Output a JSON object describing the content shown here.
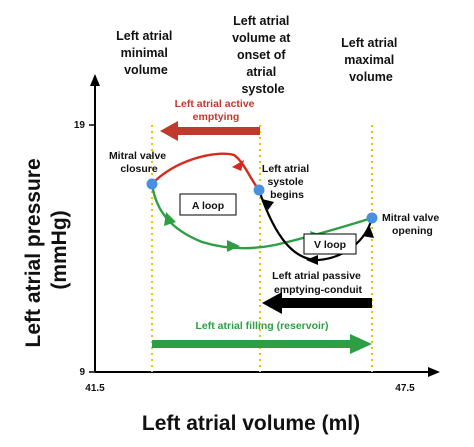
{
  "headers": {
    "min_volume": [
      "Left atrial",
      "minimal",
      "volume"
    ],
    "onset_systole": [
      "Left atrial",
      "volume at",
      "onset of",
      "atrial",
      "systole"
    ],
    "max_volume": [
      "Left atrial",
      "maximal",
      "volume"
    ]
  },
  "labels": {
    "active_emptying": [
      "Left atrial active",
      "emptying"
    ],
    "mitral_closure": [
      "Mitral valve",
      "closure"
    ],
    "systole_begins": [
      "Left atrial",
      "systole",
      "begins"
    ],
    "mitral_opening": [
      "Mitral valve",
      "opening"
    ],
    "a_loop": "A loop",
    "v_loop": "V loop",
    "passive_emptying": [
      "Left atrial passive",
      "emptying-conduit"
    ],
    "filling": "Left atrial filling (reservoir)"
  },
  "axes": {
    "x_title": "Left atrial volume (ml)",
    "y_title": [
      "Left atrial pressure",
      "(mmHg)"
    ],
    "x_ticks": [
      "41.5",
      "47.5"
    ],
    "y_ticks": [
      "19",
      "9"
    ]
  },
  "colors": {
    "active_emptying": "#c0392b",
    "filling": "#2e9e44",
    "passive": "#000000",
    "dots": "#4a90e2",
    "guides": "#e8c400"
  }
}
